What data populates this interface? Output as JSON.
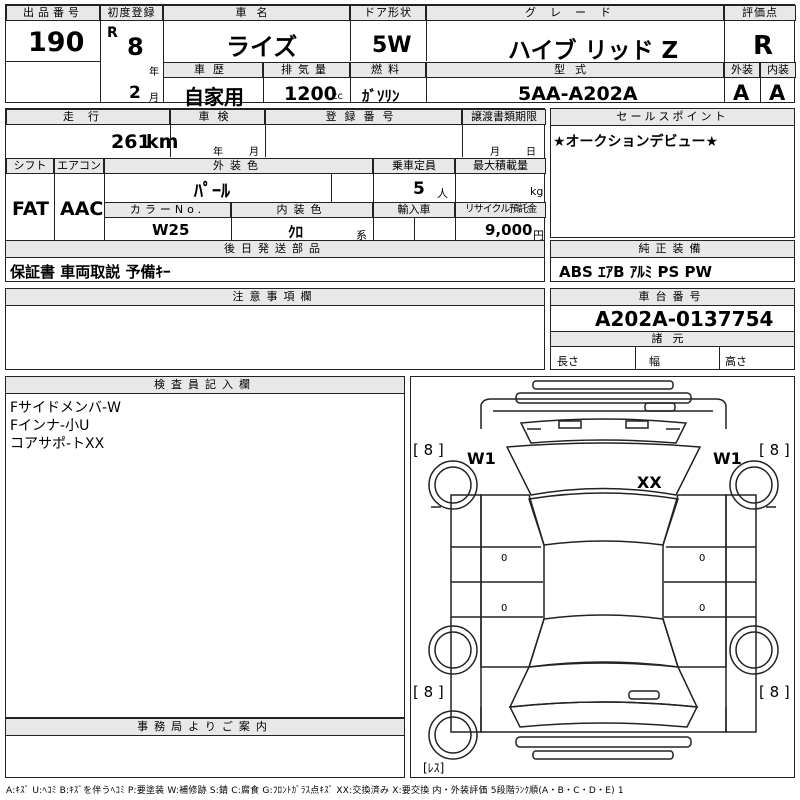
{
  "header": {
    "lot_label": "出品番号",
    "lot_value": "190",
    "first_reg_label": "初度登録",
    "era": "R",
    "year_value": "8",
    "year_unit": "年",
    "month_value": "2",
    "month_unit": "月",
    "car_name_label": "車名",
    "car_name_value": "ライズ",
    "door_label": "ドア形状",
    "door_value": "5W",
    "grade_label": "グレード",
    "grade_value": "ハイブ リッド Z",
    "score_label": "評価点",
    "score_value": "R",
    "history_label": "車歴",
    "history_value": "自家用",
    "displacement_label": "排気量",
    "displacement_value": "1200",
    "displacement_unit": "cc",
    "fuel_label": "燃料",
    "fuel_value": "ｶﾞｿﾘﾝ",
    "model_label": "型式",
    "model_value": "5AA-A202A",
    "ext_label": "外装",
    "ext_value": "A",
    "int_label": "内装",
    "int_value": "A"
  },
  "row2": {
    "mileage_label": "走行",
    "mileage_value": "261",
    "mileage_unit": "km",
    "inspection_label": "車検",
    "insp_year_unit": "年",
    "insp_month_unit": "月",
    "regno_label": "登録番号",
    "handover_label": "譲渡書類期限",
    "handover_month_unit": "月",
    "handover_day_unit": "日",
    "salespoint_label": "セールスポイント",
    "salespoint_value": "★オークションデビュー★"
  },
  "row3": {
    "shift_label": "シフト",
    "shift_value": "FAT",
    "ac_label": "エアコン",
    "ac_value": "AAC",
    "color_label": "外装色",
    "color_value": "ﾊﾟｰﾙ",
    "capacity_label": "乗車定員",
    "capacity_value": "5",
    "capacity_unit": "人",
    "load_label": "最大積載量",
    "load_unit": "kg",
    "colorno_label": "カラーNo.",
    "colorno_value": "W25",
    "interior_label": "内装色",
    "interior_value": "ｸﾛ",
    "interior_unit": "系",
    "import_label": "輸入車",
    "recycle_label": "リサイクル預託金",
    "recycle_value": "9,000",
    "recycle_unit": "円"
  },
  "parts": {
    "label": "後日発送部品",
    "value": "保証書 車両取説 予備ｷｰ"
  },
  "equipment": {
    "label": "純正装備",
    "value": "ABS ｴｱB ｱﾙﾐ PS PW"
  },
  "notes": {
    "label": "注意事項欄"
  },
  "chassis": {
    "label": "車台番号",
    "value": "A202A-0137754",
    "spec_label": "諸元",
    "length_label": "長さ",
    "width_label": "幅",
    "height_label": "高さ"
  },
  "inspector": {
    "label": "検査員記入欄",
    "lines": [
      "Fサイドメンバ-W",
      "Fインナ-小U",
      "コアサポ-トXX"
    ]
  },
  "office": {
    "label": "事務局よりご案内"
  },
  "diagram": {
    "tl_bracket": "[ 8 ]",
    "tr_bracket": "[ 8 ]",
    "bl_bracket": "[ 8 ]",
    "br_bracket": "[ 8 ]",
    "tl_mark": "W1",
    "tr_mark": "W1",
    "center_mark": "XX",
    "spare_label": "[ﾚｽ]",
    "panel_mark_1": "0",
    "panel_mark_2": "0",
    "panel_mark_3": "0",
    "panel_mark_4": "0"
  },
  "legend": "A:ｷｽﾞ U:ﾍｺﾐ B:ｷｽﾞを伴うﾍｺﾐ P:要塗装 W:補修跡 S:錆 C:腐食 G:ﾌﾛﾝﾄｶﾞﾗｽ点ｷｽﾞ XX:交換済み X:要交換 内・外装評価 5段階ﾗﾝｸ順(A・B・C・D・E) 1"
}
